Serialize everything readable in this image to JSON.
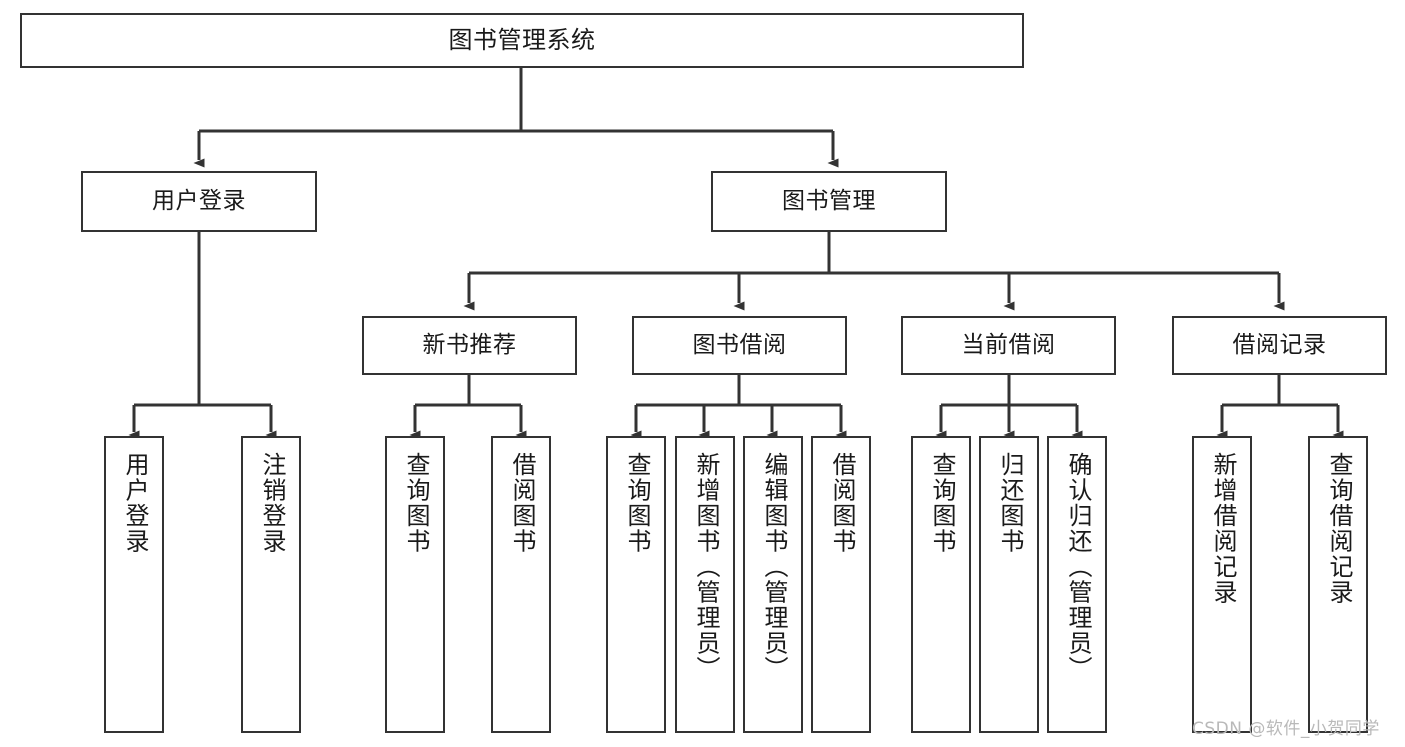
{
  "diagram": {
    "title": "图书管理系统",
    "type": "tree-hierarchy-chart",
    "watermark": "CSDN @软件_小贺同学",
    "colors": {
      "box_border": "#333333",
      "box_fill": "#ffffff",
      "edge": "#333333",
      "text": "#1a1a1a",
      "watermark": "#b9b9b9",
      "background": "#ffffff"
    }
  },
  "nodes": {
    "root": {
      "label": "图书管理系统"
    },
    "level2": [
      {
        "label": "用户登录"
      },
      {
        "label": "图书管理"
      }
    ],
    "level3": [
      {
        "label": "新书推荐"
      },
      {
        "label": "图书借阅"
      },
      {
        "label": "当前借阅"
      },
      {
        "label": "借阅记录"
      }
    ],
    "leaves": {
      "user_login": [
        {
          "label": "用户登录"
        },
        {
          "label": "注销登录"
        }
      ],
      "new_book_recommend": [
        {
          "label": "查询图书"
        },
        {
          "label": "借阅图书"
        }
      ],
      "book_borrow": [
        {
          "label": "查询图书"
        },
        {
          "label": "新增图书（管理员）"
        },
        {
          "label": "编辑图书（管理员）"
        },
        {
          "label": "借阅图书"
        }
      ],
      "current_borrow": [
        {
          "label": "查询图书"
        },
        {
          "label": "归还图书"
        },
        {
          "label": "确认归还（管理员）"
        }
      ],
      "borrow_record": [
        {
          "label": "新增借阅记录"
        },
        {
          "label": "查询借阅记录"
        }
      ]
    }
  }
}
